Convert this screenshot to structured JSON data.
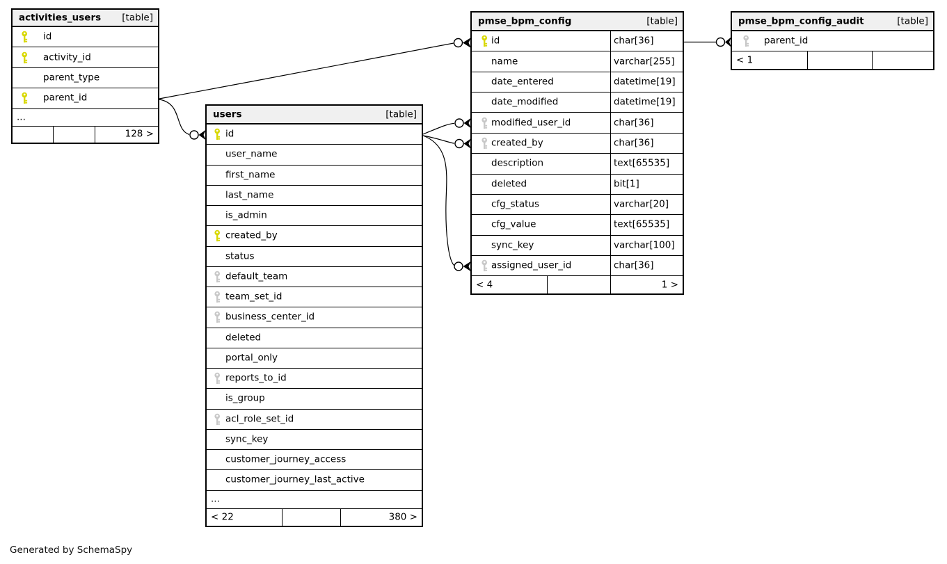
{
  "diagram_footer": "Generated by SchemaSpy",
  "colors": {
    "background": "#ffffff",
    "header_bg": "#f0f0f0",
    "border": "#000000",
    "primary_key": "#d8d800",
    "foreign_key": "#c8c8c8"
  },
  "tables": [
    {
      "id": "activities_users",
      "name": "activities_users",
      "badge": "[table]",
      "columns": [
        {
          "name": "id",
          "key": "primary"
        },
        {
          "name": "activity_id",
          "key": "primary"
        },
        {
          "name": "parent_type",
          "key": "none"
        },
        {
          "name": "parent_id",
          "key": "primary"
        }
      ],
      "ellipsis": "...",
      "footer": {
        "cells": [
          "",
          "",
          "128 >"
        ]
      }
    },
    {
      "id": "users",
      "name": "users",
      "badge": "[table]",
      "columns": [
        {
          "name": "id",
          "key": "primary"
        },
        {
          "name": "user_name",
          "key": "none"
        },
        {
          "name": "first_name",
          "key": "none"
        },
        {
          "name": "last_name",
          "key": "none"
        },
        {
          "name": "is_admin",
          "key": "none"
        },
        {
          "name": "created_by",
          "key": "primary"
        },
        {
          "name": "status",
          "key": "none"
        },
        {
          "name": "default_team",
          "key": "foreign"
        },
        {
          "name": "team_set_id",
          "key": "foreign"
        },
        {
          "name": "business_center_id",
          "key": "foreign"
        },
        {
          "name": "deleted",
          "key": "none"
        },
        {
          "name": "portal_only",
          "key": "none"
        },
        {
          "name": "reports_to_id",
          "key": "foreign"
        },
        {
          "name": "is_group",
          "key": "none"
        },
        {
          "name": "acl_role_set_id",
          "key": "foreign"
        },
        {
          "name": "sync_key",
          "key": "none"
        },
        {
          "name": "customer_journey_access",
          "key": "none"
        },
        {
          "name": "customer_journey_last_active",
          "key": "none"
        }
      ],
      "ellipsis": "...",
      "footer": {
        "cells": [
          "< 22",
          "",
          "380 >"
        ]
      }
    },
    {
      "id": "pmse_bpm_config",
      "name": "pmse_bpm_config",
      "badge": "[table]",
      "columns": [
        {
          "name": "id",
          "type": "char[36]",
          "key": "primary"
        },
        {
          "name": "name",
          "type": "varchar[255]",
          "key": "none"
        },
        {
          "name": "date_entered",
          "type": "datetime[19]",
          "key": "none"
        },
        {
          "name": "date_modified",
          "type": "datetime[19]",
          "key": "none"
        },
        {
          "name": "modified_user_id",
          "type": "char[36]",
          "key": "foreign"
        },
        {
          "name": "created_by",
          "type": "char[36]",
          "key": "foreign"
        },
        {
          "name": "description",
          "type": "text[65535]",
          "key": "none"
        },
        {
          "name": "deleted",
          "type": "bit[1]",
          "key": "none"
        },
        {
          "name": "cfg_status",
          "type": "varchar[20]",
          "key": "none"
        },
        {
          "name": "cfg_value",
          "type": "text[65535]",
          "key": "none"
        },
        {
          "name": "sync_key",
          "type": "varchar[100]",
          "key": "none"
        },
        {
          "name": "assigned_user_id",
          "type": "char[36]",
          "key": "foreign"
        }
      ],
      "footer": {
        "cells": [
          "< 4",
          "",
          "1 >"
        ]
      }
    },
    {
      "id": "pmse_bpm_config_audit",
      "name": "pmse_bpm_config_audit",
      "badge": "[table]",
      "columns": [
        {
          "name": "parent_id",
          "key": "foreign"
        }
      ],
      "footer": {
        "cells": [
          "< 1",
          "",
          ""
        ]
      }
    }
  ],
  "relationships": [
    {
      "from": "activities_users.parent_id",
      "to": "pmse_bpm_config.id"
    },
    {
      "from": "activities_users.parent_id",
      "to": "users.id"
    },
    {
      "from": "users.id",
      "to": "pmse_bpm_config.modified_user_id"
    },
    {
      "from": "users.id",
      "to": "pmse_bpm_config.created_by"
    },
    {
      "from": "users.id",
      "to": "pmse_bpm_config.assigned_user_id"
    },
    {
      "from": "pmse_bpm_config.id",
      "to": "pmse_bpm_config_audit.parent_id"
    }
  ]
}
